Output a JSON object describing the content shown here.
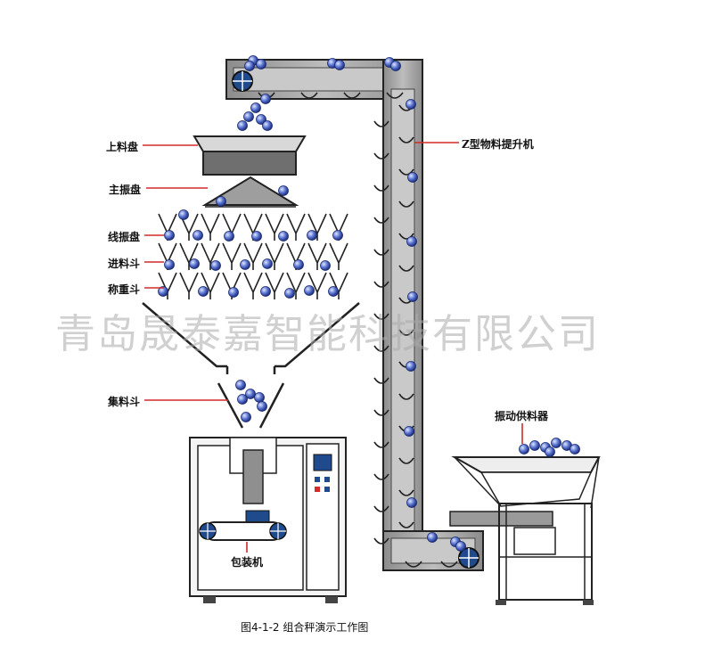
{
  "labels": {
    "top_pan": "上料盘",
    "main_vibrator": "主振盘",
    "line_vibrator": "线振盘",
    "feed_hopper": "进料斗",
    "weigh_hopper": "称重斗",
    "collect_hopper": "集料斗",
    "packer": "包装机",
    "elevator": "Z型物料提升机",
    "vibro_feeder": "振动供料器"
  },
  "watermark": "青岛晟泰嘉智能科技有限公司",
  "caption": "图4-1-2 组合秤演示工作图",
  "colors": {
    "line_red": "#d42a2a",
    "ball_blue": "#3a55b8",
    "machine_fill": "#9a9a9a",
    "frame_stroke": "#222222",
    "belt_fill": "#1f4a8c"
  }
}
